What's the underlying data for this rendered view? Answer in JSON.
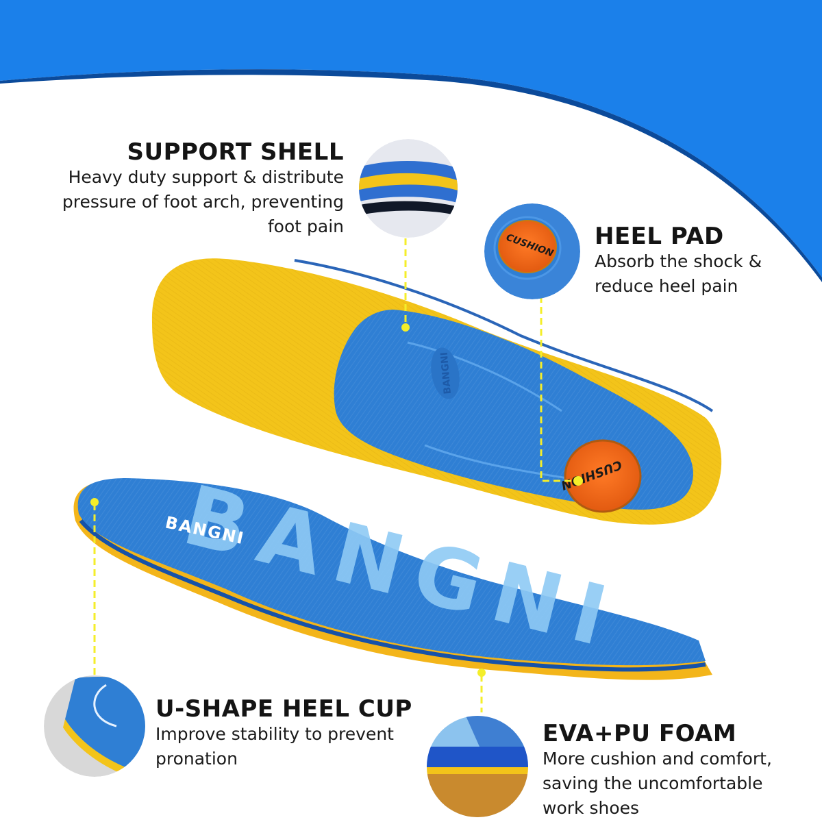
{
  "colors": {
    "banner_blue": "#1b80ea",
    "banner_edge": "#0b4a9a",
    "insole_blue": "#2f7fd4",
    "insole_yellow": "#f3c41a",
    "heel_pad_orange": "#f06a1c",
    "callout_yellow": "#f4ee2a",
    "text_dark": "#141414"
  },
  "brand": {
    "logo_text": "BANGNI",
    "watermark_text": "BANGNI",
    "heel_pad_text": "CUSHION"
  },
  "features": [
    {
      "id": "support-shell",
      "title": "SUPPORT SHELL",
      "desc_lines": [
        "Heavy duty support & distribute",
        "pressure of foot arch, preventing",
        "foot pain"
      ]
    },
    {
      "id": "heel-pad",
      "title": "HEEL PAD",
      "desc_lines": [
        "Absorb the shock &",
        "reduce heel pain"
      ]
    },
    {
      "id": "u-shape-heel-cup",
      "title": "U-SHAPE HEEL CUP",
      "desc_lines": [
        "Improve stability to prevent",
        "pronation"
      ]
    },
    {
      "id": "eva-pu-foam",
      "title": "EVA+PU FOAM",
      "desc_lines": [
        "More cushion and comfort,",
        "saving the uncomfortable",
        "work shoes"
      ]
    }
  ]
}
